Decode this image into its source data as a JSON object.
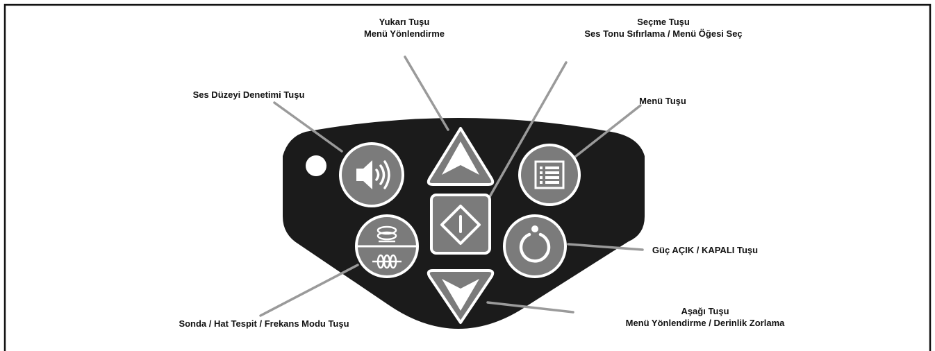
{
  "diagram": {
    "colors": {
      "panel": "#1b1b1b",
      "button_fill": "#7b7b7b",
      "button_ring": "#ffffff",
      "leader_line": "#9a9a9a",
      "frame": "#111111",
      "led": "#ffffff"
    },
    "callouts": {
      "up": {
        "line1": "Yukarı Tuşu",
        "line2": "Menü Yönlendirme"
      },
      "select": {
        "line1": "Seçme Tuşu",
        "line2": "Ses Tonu Sıfırlama / Menü Öğesi Seç"
      },
      "volume": {
        "line1": "Ses Düzeyi Denetimi Tuşu"
      },
      "menu": {
        "line1": "Menü Tuşu"
      },
      "power": {
        "line1": "Güç AÇIK / KAPALI Tuşu"
      },
      "down": {
        "line1": "Aşağı Tuşu",
        "line2": "Menü Yönlendirme / Derinlik Zorlama"
      },
      "mode": {
        "line1": "Sonda / Hat Tespit / Frekans Modu Tuşu"
      }
    },
    "buttons": [
      {
        "id": "volume",
        "icon": "speaker-icon"
      },
      {
        "id": "up",
        "icon": "up-arrow-icon"
      },
      {
        "id": "menu",
        "icon": "list-icon"
      },
      {
        "id": "select",
        "icon": "diamond-select-icon"
      },
      {
        "id": "mode",
        "icon": "sonde-line-mode-icon"
      },
      {
        "id": "power",
        "icon": "power-icon"
      },
      {
        "id": "down",
        "icon": "down-arrow-icon"
      }
    ]
  }
}
